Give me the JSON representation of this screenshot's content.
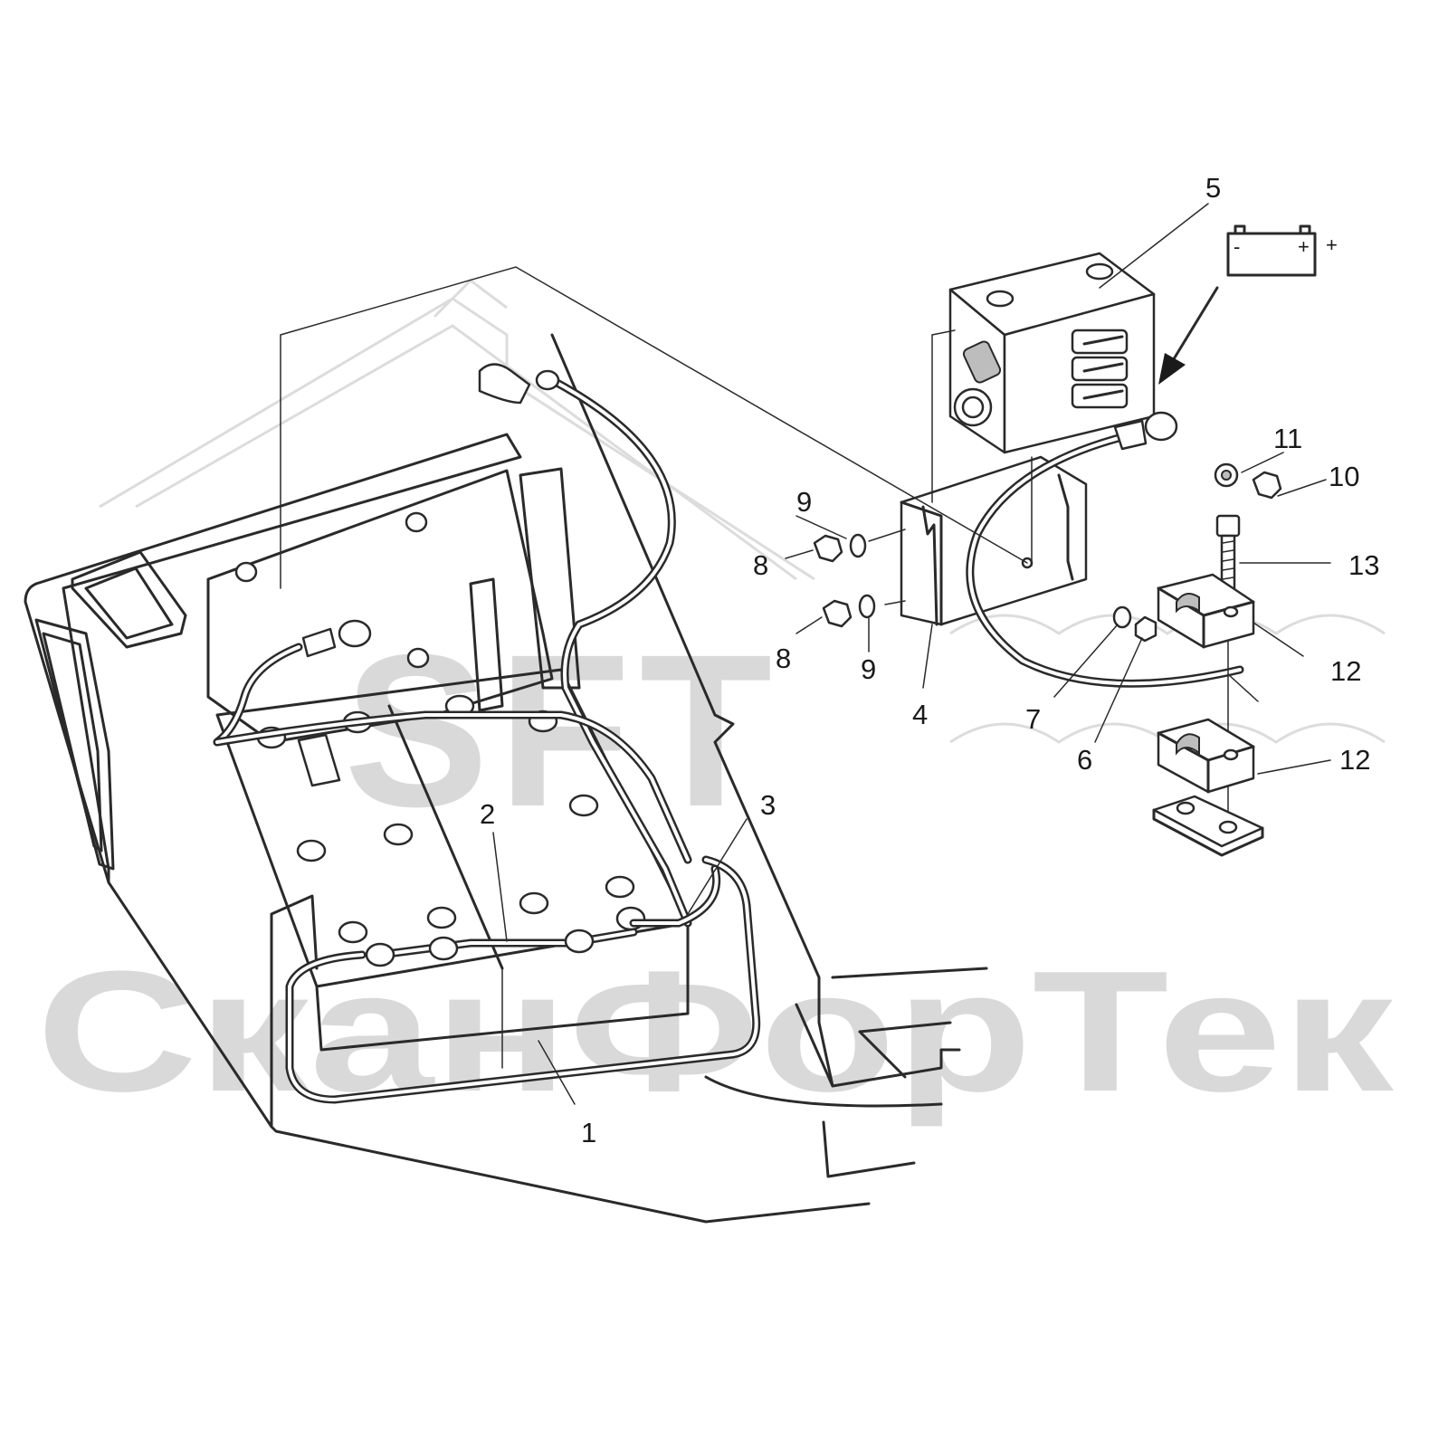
{
  "watermark": {
    "logo_text": "SFT",
    "brand_text": "СканФорТек",
    "color": "#d9d9d9"
  },
  "battery_symbol": {
    "minus": "-",
    "plus_inner": "+",
    "plus_outer": "+"
  },
  "callouts": [
    {
      "id": "c1",
      "label": "1"
    },
    {
      "id": "c2",
      "label": "2"
    },
    {
      "id": "c3",
      "label": "3"
    },
    {
      "id": "c4",
      "label": "4"
    },
    {
      "id": "c5",
      "label": "5"
    },
    {
      "id": "c6",
      "label": "6"
    },
    {
      "id": "c7",
      "label": "7"
    },
    {
      "id": "c8a",
      "label": "8"
    },
    {
      "id": "c8b",
      "label": "8"
    },
    {
      "id": "c9a",
      "label": "9"
    },
    {
      "id": "c9b",
      "label": "9"
    },
    {
      "id": "c10",
      "label": "10"
    },
    {
      "id": "c11",
      "label": "11"
    },
    {
      "id": "c12a",
      "label": "12"
    },
    {
      "id": "c12b",
      "label": "12"
    },
    {
      "id": "c13",
      "label": "13"
    }
  ]
}
